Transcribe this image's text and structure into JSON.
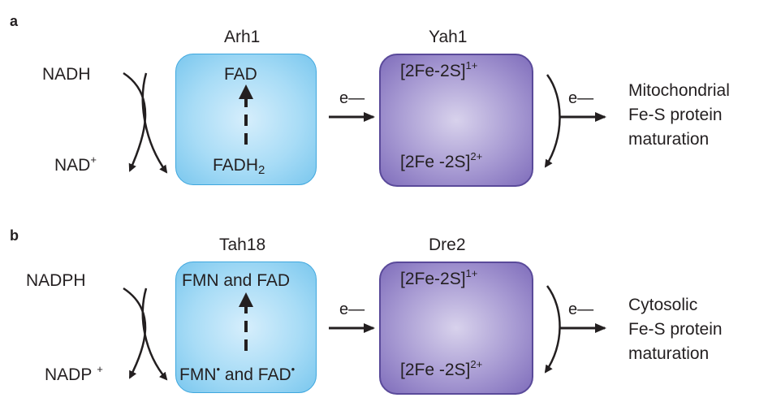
{
  "panel_a": {
    "letter": "a",
    "enzyme1": "Arh1",
    "enzyme2": "Yah1",
    "donor": "NADH",
    "product_base": "NAD",
    "product_sup": "+",
    "box1_top": "FAD",
    "box1_bottom_base": "FADH",
    "box1_bottom_sub": "2",
    "electron": "e—",
    "box2_top_base": "[2Fe-2S]",
    "box2_top_sup": "1+",
    "box2_bottom_base": "[2Fe -2S]",
    "box2_bottom_sup": "2+",
    "electron_out": "e—",
    "outcome_line1": "Mitochondrial",
    "outcome_line2": "Fe-S protein",
    "outcome_line3": "maturation"
  },
  "panel_b": {
    "letter": "b",
    "enzyme1": "Tah18",
    "enzyme2": "Dre2",
    "donor": "NADPH",
    "product_base": "NADP",
    "product_sup": "+",
    "box1_top": "FMN and FAD",
    "box1_bottom_a": "FMN",
    "box1_bottom_dot1": "•",
    "box1_bottom_b": " and FAD",
    "box1_bottom_dot2": "•",
    "electron": "e—",
    "box2_top_base": "[2Fe-2S]",
    "box2_top_sup": "1+",
    "box2_bottom_base": "[2Fe -2S]",
    "box2_bottom_sup": "2+",
    "electron_out": "e—",
    "outcome_line1": "Cytosolic",
    "outcome_line2": "Fe-S protein",
    "outcome_line3": "maturation"
  }
}
